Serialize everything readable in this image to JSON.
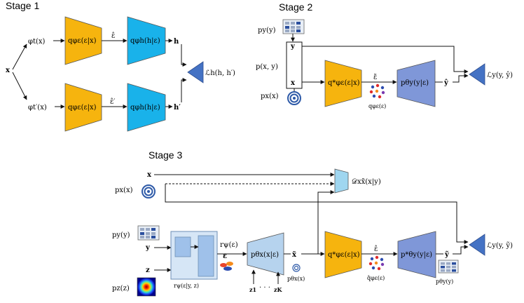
{
  "stages": {
    "stage1": {
      "title": "Stage 1"
    },
    "stage2": {
      "title": "Stage 2"
    },
    "stage3": {
      "title": "Stage 3"
    }
  },
  "stage1": {
    "input_x": "x",
    "phi_t": "φt(x)",
    "phi_tp": "φt′(x)",
    "enc_top": "qφε(ε|x)",
    "enc_bottom": "qφε(ε|x)",
    "eps_hat": "ε̂",
    "eps_hat_p": "ε̂′",
    "head_top": "qφh(h|ε)",
    "head_bottom": "qφh(h|ε)",
    "h": "h",
    "h_p": "h′",
    "loss": "ℒh(h, h′)"
  },
  "stage2": {
    "py": "py(y)",
    "pxy": "p(x, y)",
    "px": "px(x)",
    "y": "y",
    "x": "x",
    "enc": "q*φε(ε|x)",
    "eps_tilde": "ε̃",
    "q_eps": "qφε(ε)",
    "dec": "pθy(y|ε)",
    "y_hat": "ŷ",
    "loss": "ℒy(y, ŷ)"
  },
  "stage3": {
    "x": "x",
    "px": "px(x)",
    "py": "py(y)",
    "y": "y",
    "z": "z",
    "pz": "pz(z)",
    "disc": "𝒟xx̃(x|y)",
    "r_box": "rψ(ε|y, z)",
    "r_eps": "rψ(ε)",
    "eps_sym": "ε",
    "gen": "pθx(x|ε)",
    "x_tilde": "x̃",
    "p_theta_x": "pθx(x)",
    "z1": "z1",
    "dots": ". . .",
    "zK": "zK",
    "enc": "q*φε(ε|x)",
    "eps_hat": "ε̂",
    "q_hat": "q̂φε(ε)",
    "dec": "p*θy(y|ε)",
    "y_tilde": "ỹ",
    "p_theta_y": "pθy(y)",
    "loss": "ℒy(y, ỹ)"
  },
  "colors": {
    "encoder_yellow": "#f6b40e",
    "head_cyan": "#19b2ea",
    "decoder_blue": "#7f97d8",
    "loss_triangle": "#4472c4",
    "light_blue": "#b6d3ee",
    "disc_cyan": "#9fd6f0",
    "spiral": "#2e5aa8"
  },
  "icons": {
    "matrix": "matrix-thumbnail-icon",
    "spiral": "spiral-distribution-icon",
    "dots": "colored-dots-icon",
    "gaussian": "gaussian-heatmap-icon",
    "loss": "triangle-loss-icon"
  }
}
